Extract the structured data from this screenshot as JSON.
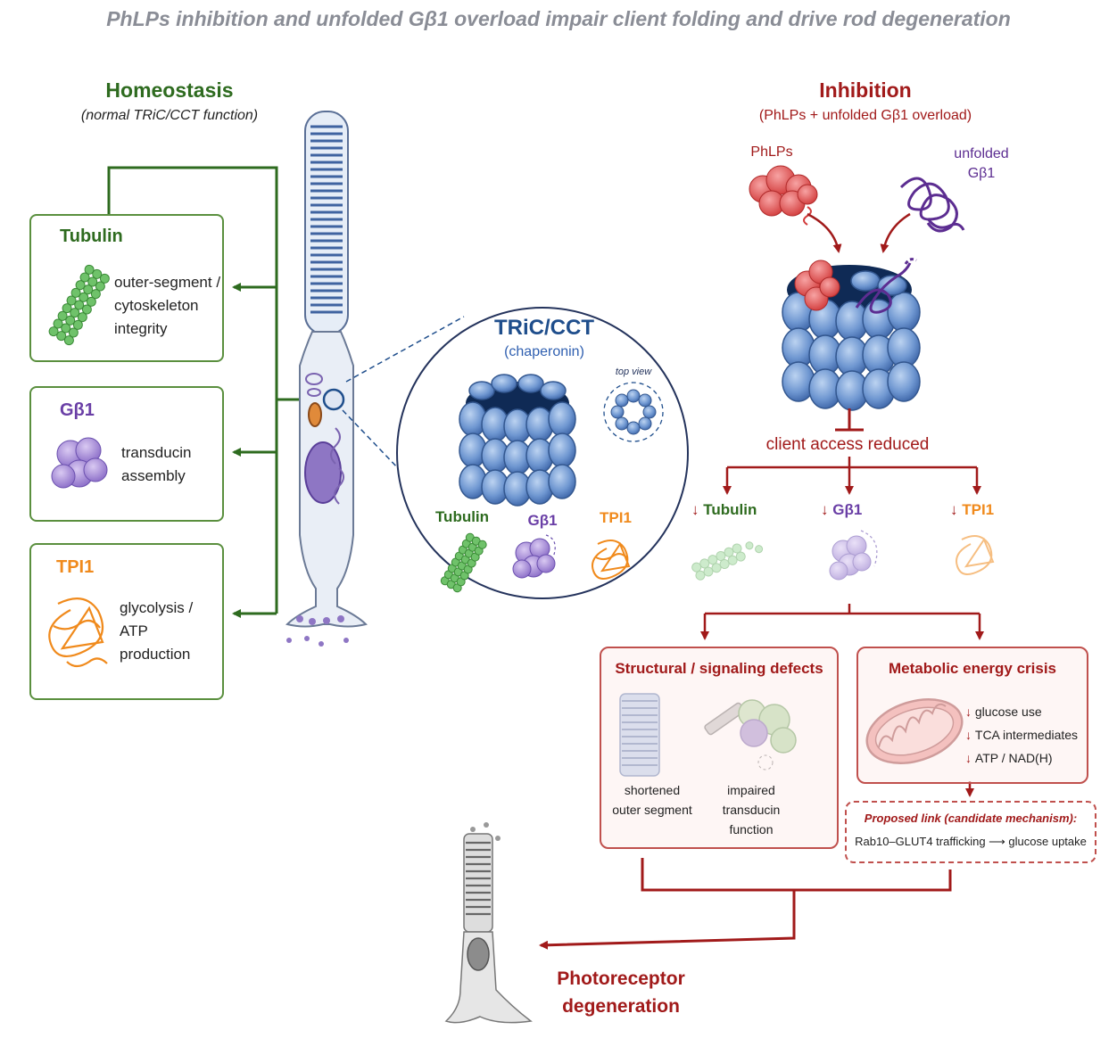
{
  "subtitle": "PhLPs inhibition and unfolded Gβ1 overload impair client folding and drive rod degeneration",
  "homeostasis": {
    "title": "Homeostasis",
    "subtitle": "(normal TRiC/CCT function)",
    "cards": [
      {
        "title": "Tubulin",
        "lines": [
          "outer-segment /",
          "cytoskeleton",
          "integrity"
        ]
      },
      {
        "title": "Gβ1",
        "lines": [
          "transducin",
          "assembly"
        ]
      },
      {
        "title": "TPI1",
        "lines": [
          "glycolysis /",
          "ATP",
          "production"
        ]
      }
    ]
  },
  "chaperonin": {
    "title": "TRiC/CCT",
    "subtitle": "(chaperonin)",
    "top_view": "top view",
    "clients": [
      "Tubulin",
      "Gβ1",
      "TPI1"
    ]
  },
  "inhibition": {
    "title": "Inhibition",
    "subtitle": "(PhLPs + unfolded Gβ1 overload)",
    "phlps_label": "PhLPs",
    "unfolded_label_1": "unfolded",
    "unfolded_label_2": "Gβ1",
    "client_access": "client access reduced",
    "reduced_clients": [
      "Tubulin",
      "Gβ1",
      "TPI1"
    ]
  },
  "structural": {
    "title": "Structural / signaling defects",
    "left_lines": [
      "shortened",
      "outer segment"
    ],
    "right_lines": [
      "impaired",
      "transducin",
      "function"
    ]
  },
  "metabolic": {
    "title": "Metabolic energy crisis",
    "items": [
      "glucose use",
      "TCA intermediates",
      "ATP / NAD(H)"
    ]
  },
  "proposed": {
    "title": "Proposed link (candidate mechanism):",
    "text": "Rab10–GLUT4 trafficking ⟶ glucose uptake"
  },
  "degeneration": {
    "line1": "Photoreceptor",
    "line2": "degeneration"
  },
  "colors": {
    "green": "#2e6b1f",
    "purple": "#6a3fa6",
    "orange": "#f08a1c",
    "red": "#a11a1a",
    "blue": "#1f4e8c"
  }
}
